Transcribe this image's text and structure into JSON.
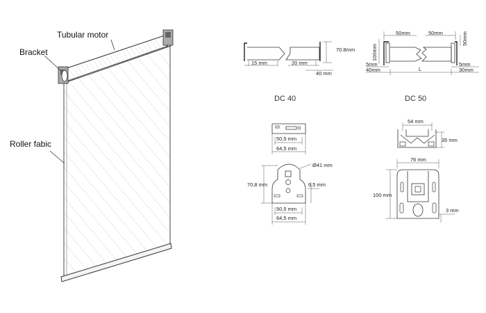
{
  "labels": {
    "tubular_motor": "Tubular motor",
    "bracket": "Bracket",
    "roller_fabric": "Roller fabic"
  },
  "dc40": {
    "title": "DC 40",
    "tube": {
      "dim_15": "15 mm",
      "dim_20": "20 mm",
      "dim_40": "40 mm",
      "dim_70_8": "70.8mm"
    },
    "bracket_top": {
      "dim_50_5": "50,5 mm",
      "dim_64_5": "64,5 mm"
    },
    "bracket_front": {
      "dim_diam41": "Ø41 mm",
      "dim_70_8": "70,8 mm",
      "dim_6_5": "6,5 mm",
      "dim_50_5": "50,5 mm",
      "dim_64_5": "64,5 mm"
    }
  },
  "dc50": {
    "title": "DC 50",
    "tube": {
      "dim_50_left": "50mm",
      "dim_50_right": "50mm",
      "dim_50_vert": "50mm",
      "dim_100": "100mm",
      "dim_5_left": "5mm",
      "dim_5_right": "5mm",
      "dim_40": "40mm",
      "dim_30": "30mm",
      "dim_L": "L"
    },
    "bracket_top": {
      "dim_54": "54 mm",
      "dim_35": "35 mm"
    },
    "bracket_front": {
      "dim_76": "76 mm",
      "dim_100": "100 mm",
      "dim_3": "3 mm"
    }
  }
}
